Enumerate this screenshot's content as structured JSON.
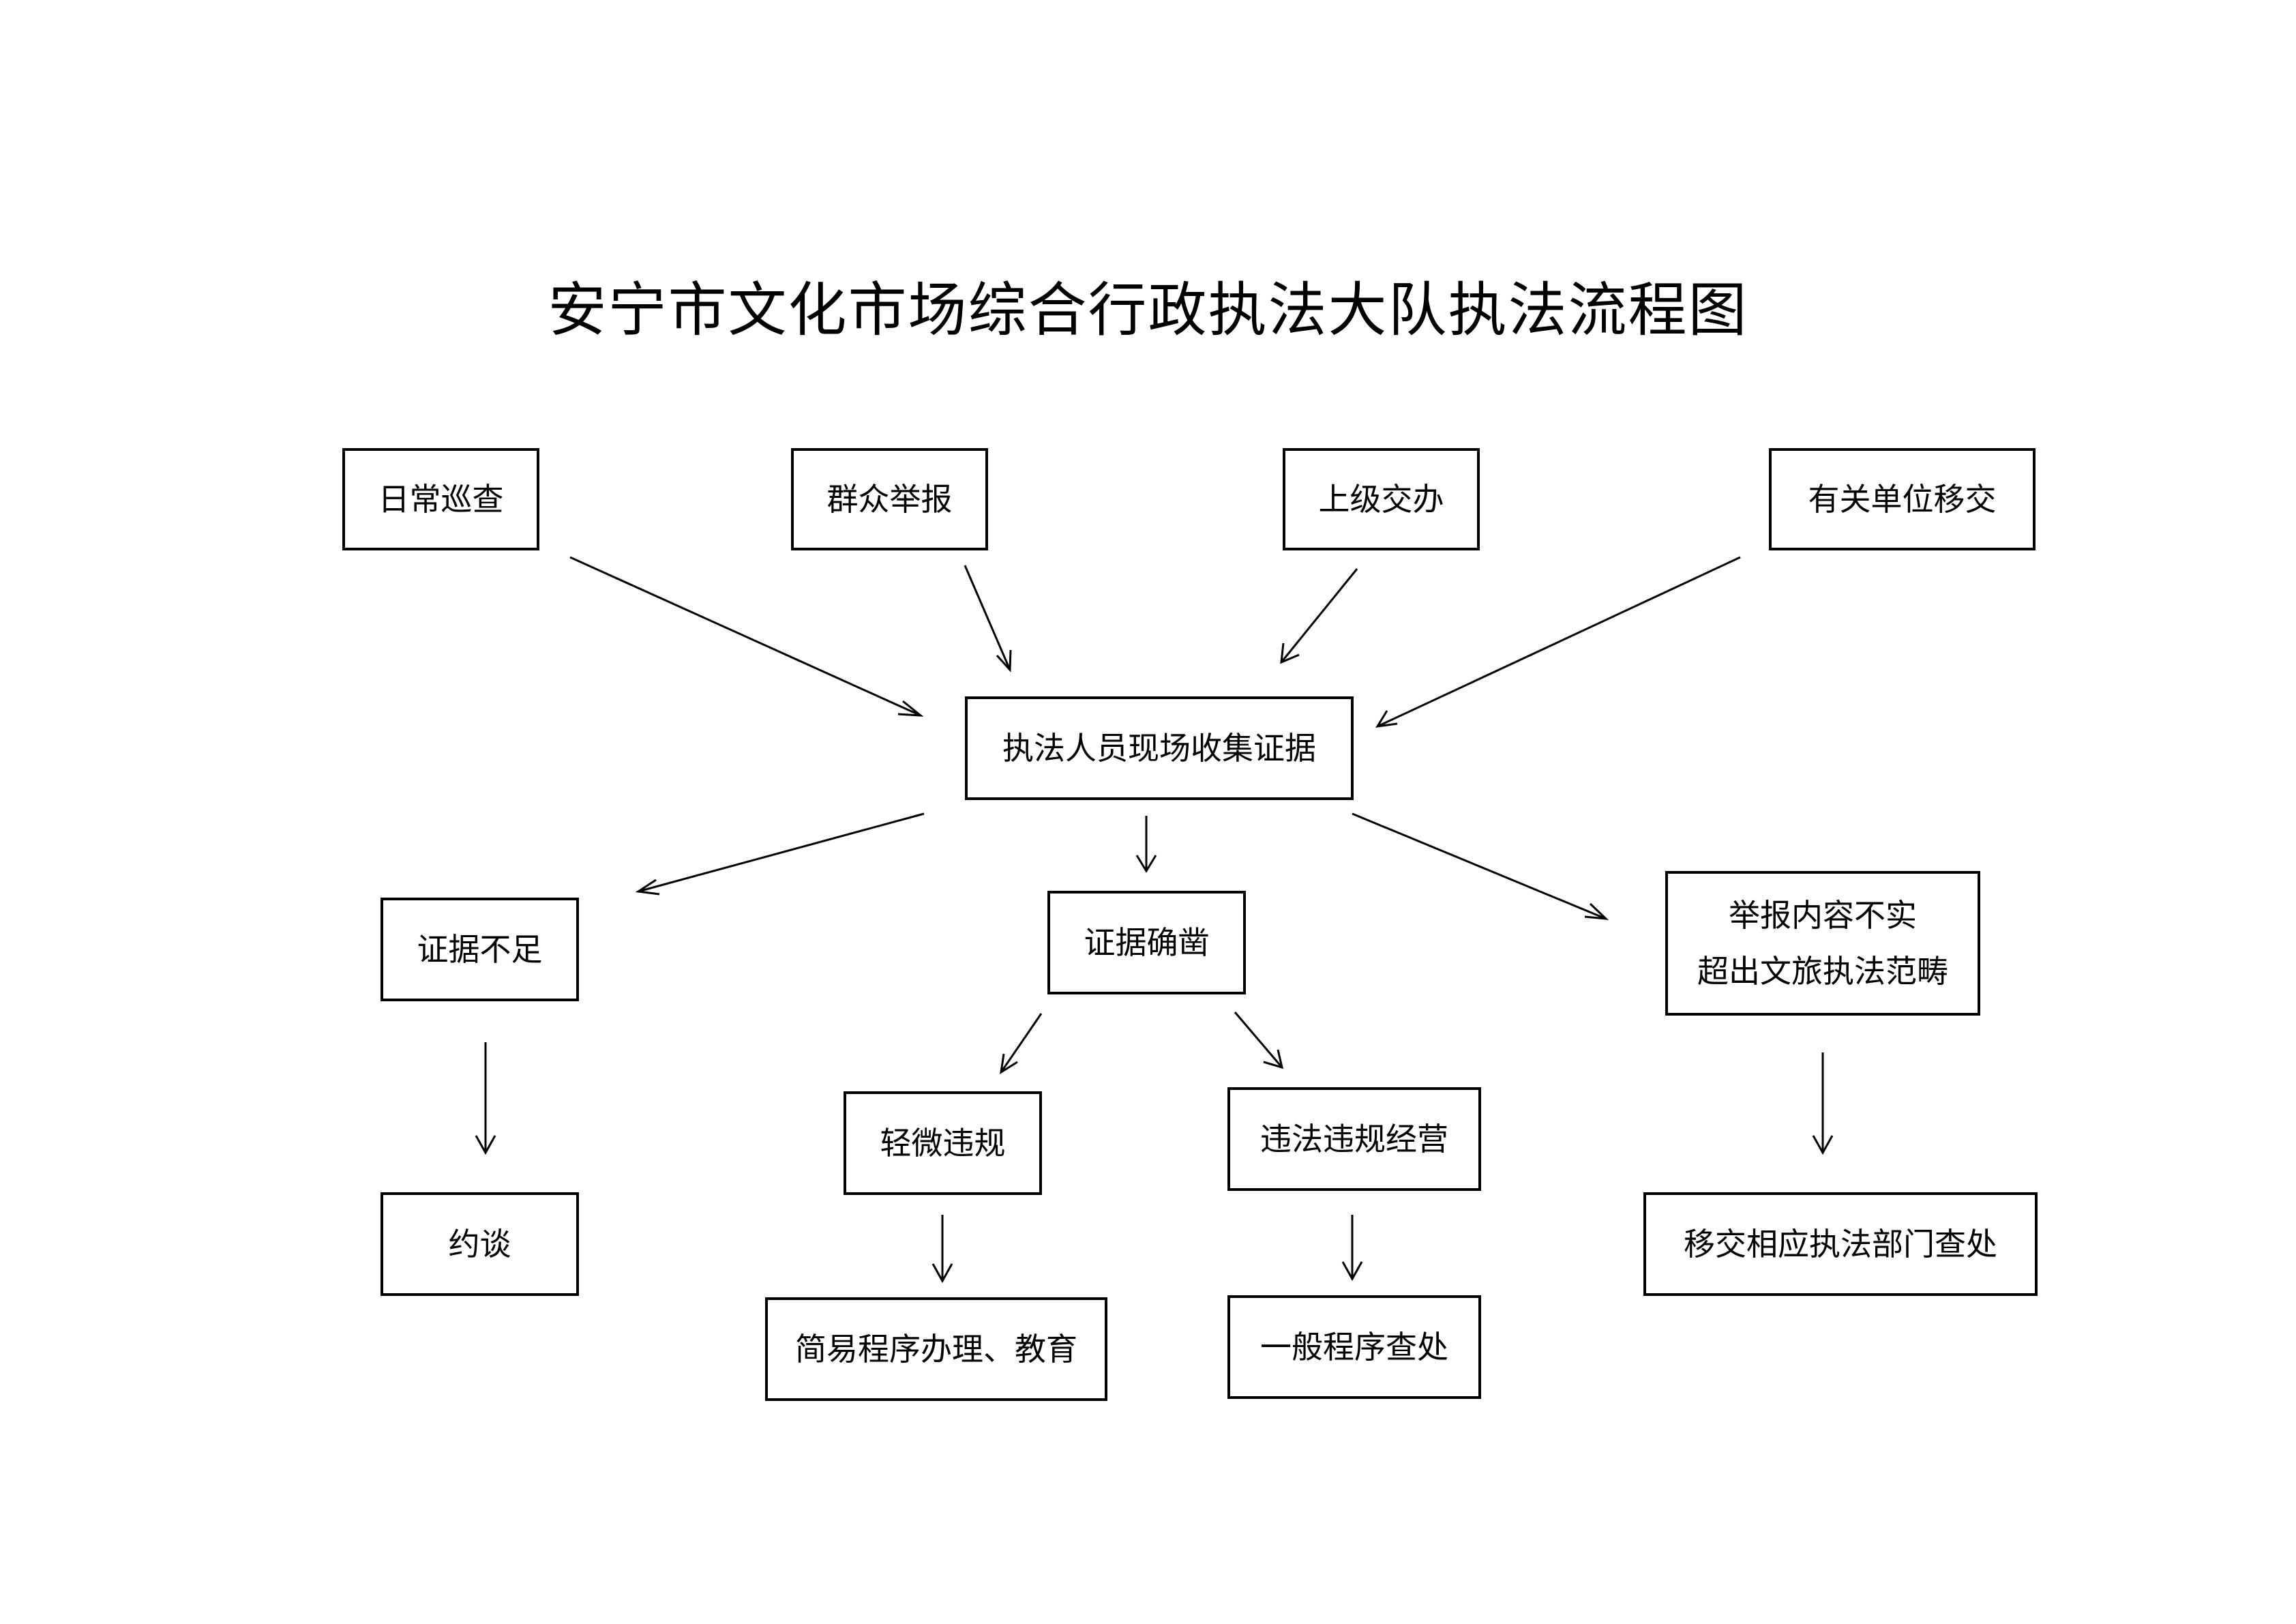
{
  "title": "安宁市文化市场综合行政执法大队执法流程图",
  "nodes": {
    "daily_patrol": "日常巡查",
    "public_report": "群众举报",
    "superior_assign": "上级交办",
    "unit_transfer": "有关单位移交",
    "collect_evidence": "执法人员现场收集证据",
    "insufficient_evidence": "证据不足",
    "conclusive_evidence": "证据确凿",
    "report_false_line1": "举报内容不实",
    "report_false_line2": "超出文旅执法范畴",
    "talk": "约谈",
    "minor_violation": "轻微违规",
    "illegal_operation": "违法违规经营",
    "transfer_department": "移交相应执法部门查处",
    "simple_procedure": "简易程序办理、教育",
    "general_procedure": "一般程序查处"
  }
}
